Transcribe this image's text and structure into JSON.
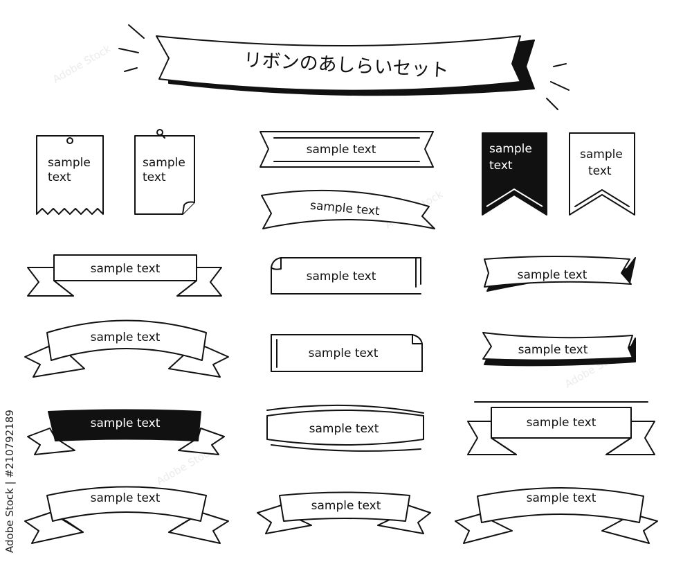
{
  "title": "リボンのあしらいセット",
  "sample_label": "sample",
  "text_label": "text",
  "sample_text": "sample text",
  "watermark": "Adobe Stock",
  "stock_id": "#210792189",
  "colors": {
    "ink": "#111111",
    "paper": "#ffffff"
  }
}
